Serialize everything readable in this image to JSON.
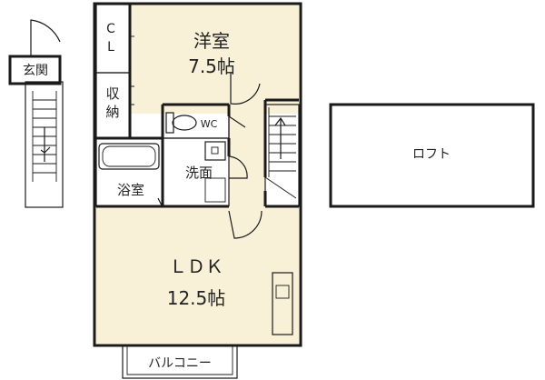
{
  "rooms": {
    "western_room": {
      "label": "洋室",
      "size": "7.5帖"
    },
    "closet": {
      "label_line1": "C",
      "label_line2": "L"
    },
    "storage": {
      "label_line1": "収",
      "label_line2": "納"
    },
    "wc": {
      "label": "WC"
    },
    "washroom": {
      "label": "洗面"
    },
    "bathroom": {
      "label": "浴室"
    },
    "ldk": {
      "label": "ＬＤＫ",
      "size": "12.5帖"
    },
    "entrance": {
      "label": "玄関"
    },
    "loft": {
      "label": "ロフト"
    },
    "balcony": {
      "label": "バルコニー"
    }
  },
  "colors": {
    "room_fill": "#f8f1d8",
    "closet_fill": "#f7dbe6",
    "wet_area_fill": "#dcecf3",
    "wall": "#1a1a1a",
    "background": "#ffffff"
  }
}
